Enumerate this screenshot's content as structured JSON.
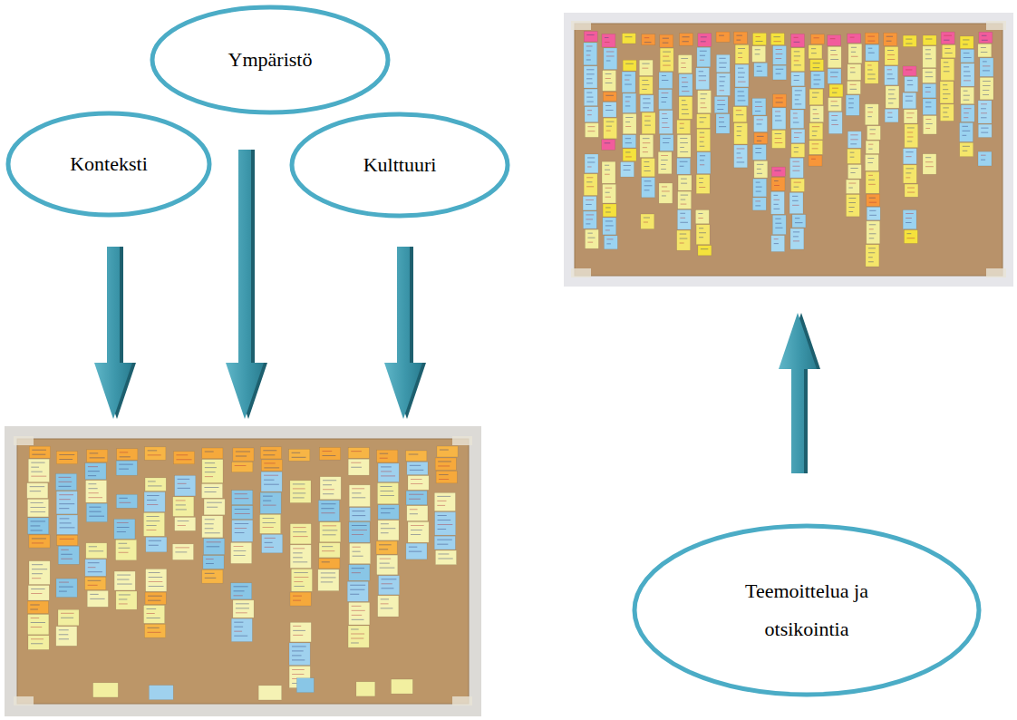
{
  "diagram": {
    "nodes": [
      {
        "text": [
          "Ympäristö"
        ]
      },
      {
        "text": [
          "Konteksti"
        ]
      },
      {
        "text": [
          "Kulttuuri"
        ]
      },
      {
        "text": [
          "Teemoittelua ja otsikointia"
        ]
      }
    ]
  }
}
